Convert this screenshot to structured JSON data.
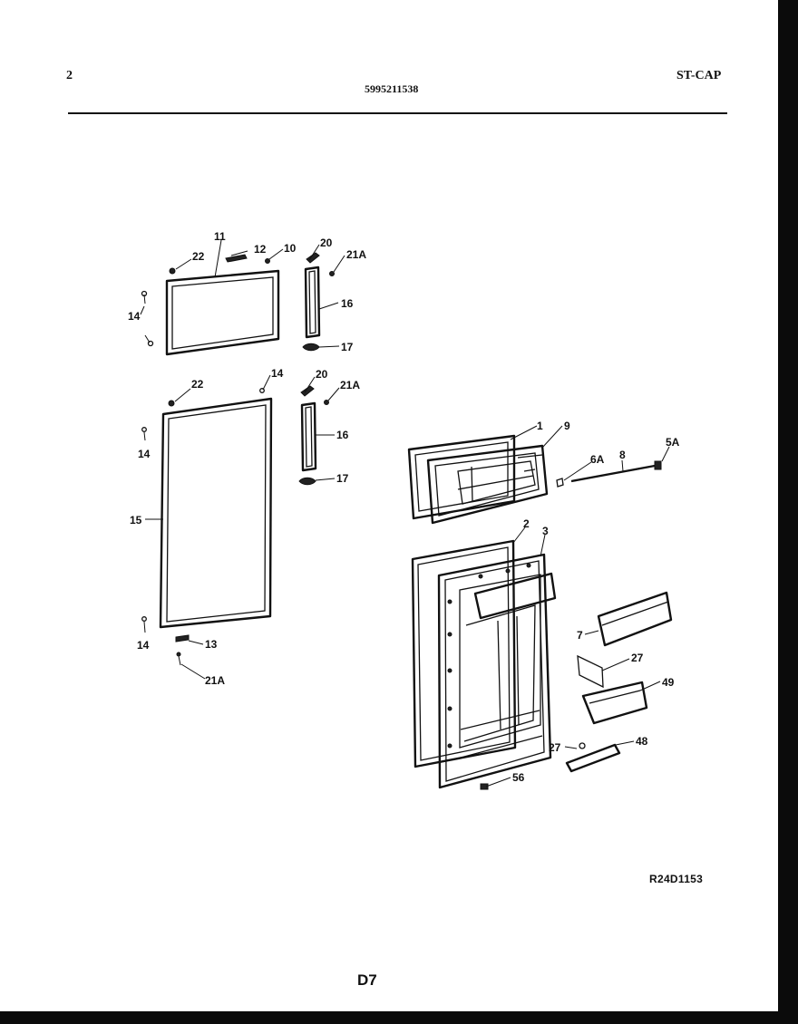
{
  "header": {
    "page_number": "2",
    "model_number": "5995211538",
    "section_code": "ST-CAP"
  },
  "figure_code": "R24D1153",
  "page_code": "D7",
  "part_labels": {
    "p11": "11",
    "p12": "12",
    "p10": "10",
    "p22a": "22",
    "p20a": "20",
    "p21Aa": "21A",
    "p16a": "16",
    "p17a": "17",
    "p14a": "14",
    "p22b": "22",
    "p14b": "14",
    "p20b": "20",
    "p21Ab": "21A",
    "p14c": "14",
    "p16b": "16",
    "p17b": "17",
    "p15": "15",
    "p14d": "14",
    "p13": "13",
    "p21Ac": "21A",
    "p1": "1",
    "p9": "9",
    "p5A": "5A",
    "p6A": "6A",
    "p8": "8",
    "p2": "2",
    "p3": "3",
    "p7": "7",
    "p27a": "27",
    "p49": "49",
    "p27b": "27",
    "p48": "48",
    "p56": "56"
  }
}
